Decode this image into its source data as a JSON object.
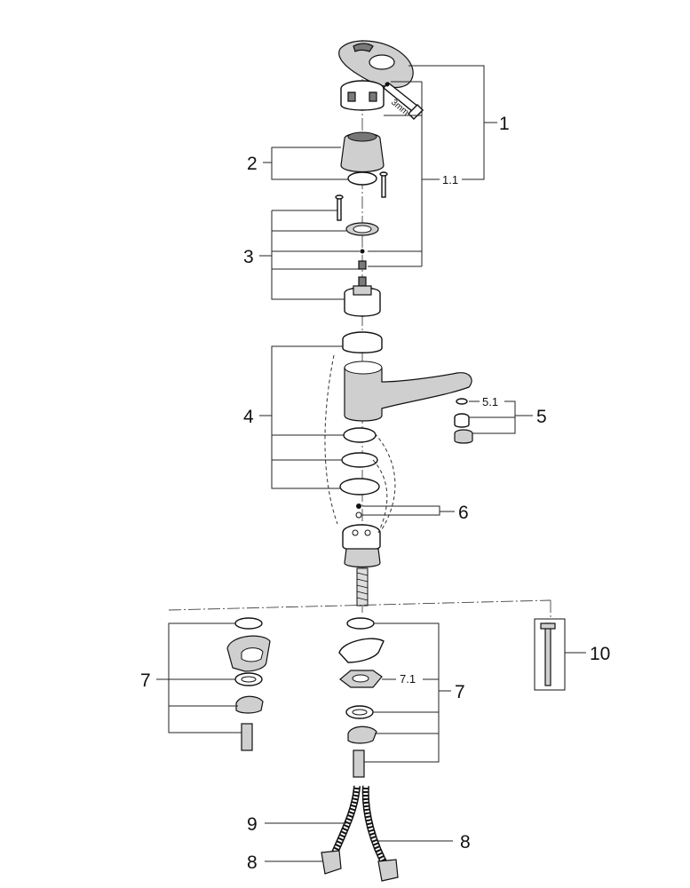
{
  "labels": {
    "l1": "1",
    "l1_1": "1.1",
    "l2": "2",
    "l3": "3",
    "l4": "4",
    "l5": "5",
    "l5_1": "5.1",
    "l6": "6",
    "l7_left": "7",
    "l7_right": "7",
    "l7_1": "7.1",
    "l8_right": "8",
    "l8_left": "8",
    "l9": "9",
    "l10": "10",
    "tool": "3mm"
  }
}
